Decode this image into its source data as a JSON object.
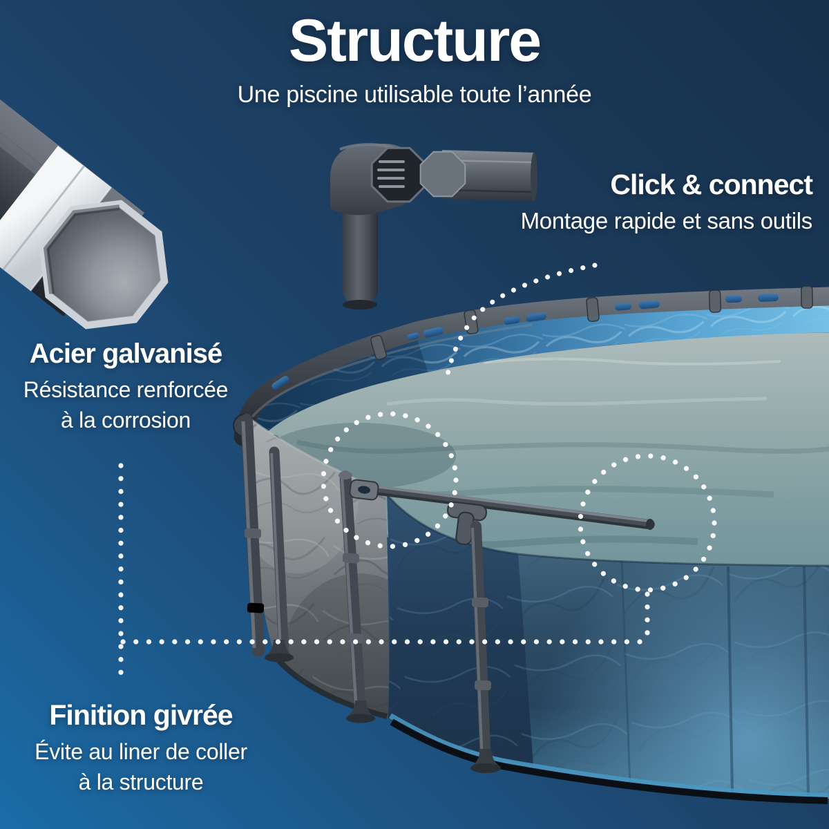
{
  "header": {
    "title": "Structure",
    "subtitle": "Une piscine utilisable toute l’année"
  },
  "callouts": {
    "click_connect": {
      "heading": "Click & connect",
      "description": "Montage rapide et sans outils"
    },
    "galvanized_steel": {
      "heading": "Acier galvanisé",
      "description_lines": [
        "Résistance renforcée",
        "à la corrosion"
      ]
    },
    "frosted_finish": {
      "heading": "Finition givrée",
      "description_lines": [
        "Évite au liner de coller",
        "à la structure"
      ]
    }
  },
  "colors": {
    "background_top": "#16304b",
    "background_mid": "#1d4268",
    "background_bottom": "#1a6ca8",
    "text": "#ffffff",
    "guide_dots": "#ffffff"
  }
}
